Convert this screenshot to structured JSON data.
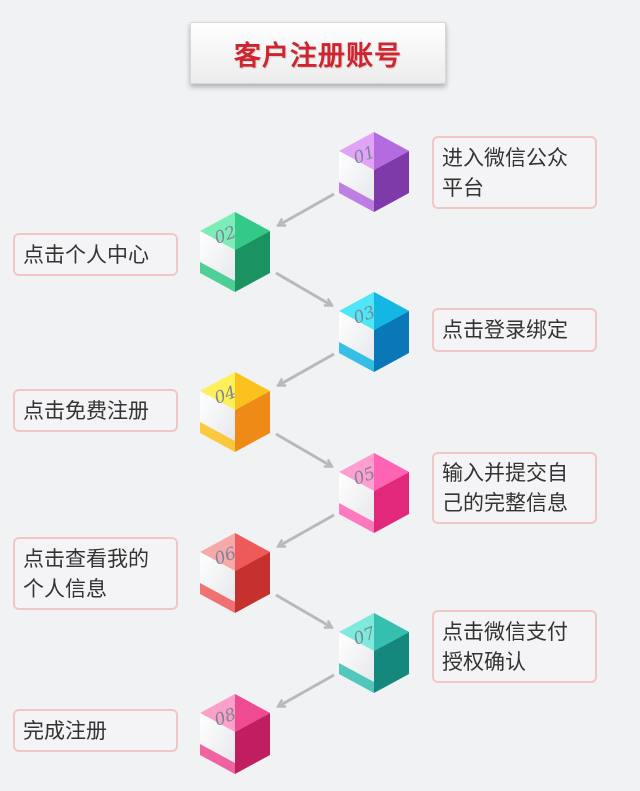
{
  "title": "客户注册账号",
  "steps": [
    {
      "num": "01",
      "label": "进入微信公众\n平台",
      "top": "#e1a3f7",
      "left": "#b46be0",
      "right": "#7e3aa8"
    },
    {
      "num": "02",
      "label": "点击个人中心",
      "top": "#7dedb7",
      "left": "#33c987",
      "right": "#1b9360"
    },
    {
      "num": "03",
      "label": "点击登录绑定",
      "top": "#4fe6f7",
      "left": "#14b6e3",
      "right": "#0a78b6"
    },
    {
      "num": "04",
      "label": "点击免费注册",
      "top": "#fff05a",
      "left": "#fbc21d",
      "right": "#ef8a17"
    },
    {
      "num": "05",
      "label": "输入并提交自\n己的完整信息",
      "top": "#ff9fd0",
      "left": "#ff64b4",
      "right": "#e2287a"
    },
    {
      "num": "06",
      "label": "点击查看我的\n个人信息",
      "top": "#f7a8a8",
      "left": "#ee5a5a",
      "right": "#c6302f"
    },
    {
      "num": "07",
      "label": "点击微信支付\n授权确认",
      "top": "#7eeadc",
      "left": "#36bfb0",
      "right": "#15887e"
    },
    {
      "num": "08",
      "label": "完成注册",
      "top": "#fba0c8",
      "left": "#ee4b91",
      "right": "#c11e62"
    }
  ]
}
